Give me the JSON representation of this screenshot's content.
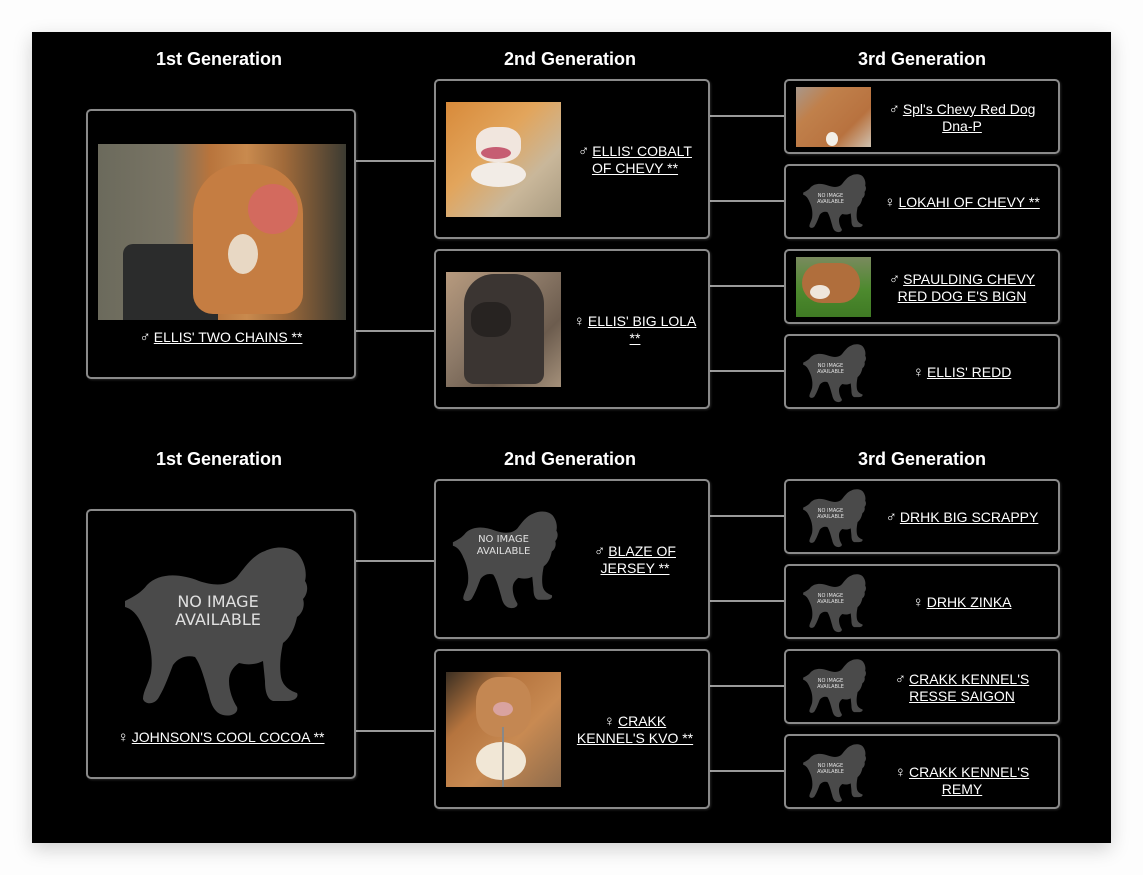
{
  "sections": [
    {
      "headings": {
        "gen1": "1st Generation",
        "gen2": "2nd Generation",
        "gen3": "3rd Generation"
      },
      "gen1": {
        "sex": "♂",
        "name": "ELLIS' TWO CHAINS **",
        "image": "photo-red-dog"
      },
      "gen2": [
        {
          "sex": "♂",
          "name": "ELLIS' COBALT OF CHEVY **",
          "image": "photo-fawn-dog"
        },
        {
          "sex": "♀",
          "name": "ELLIS' BIG LOLA **",
          "image": "photo-brindle-dog"
        }
      ],
      "gen3": [
        {
          "sex": "♂",
          "name": "Spl's Chevy Red Dog Dna-P",
          "image": "photo-red-dog-closeup"
        },
        {
          "sex": "♀",
          "name": "LOKAHI OF CHEVY **",
          "image": "no-image"
        },
        {
          "sex": "♂",
          "name": "SPAULDING CHEVY RED DOG E'S BIGN",
          "image": "photo-red-dog-grass"
        },
        {
          "sex": "♀",
          "name": "ELLIS' REDD",
          "image": "no-image"
        }
      ]
    },
    {
      "headings": {
        "gen1": "1st Generation",
        "gen2": "2nd Generation",
        "gen3": "3rd Generation"
      },
      "gen1": {
        "sex": "♀",
        "name": "JOHNSON'S COOL COCOA **",
        "image": "no-image"
      },
      "gen2": [
        {
          "sex": "♂",
          "name": "BLAZE OF JERSEY **",
          "image": "no-image"
        },
        {
          "sex": "♀",
          "name": "CRAKK KENNEL'S KVO **",
          "image": "photo-chained-dog"
        }
      ],
      "gen3": [
        {
          "sex": "♂",
          "name": "DRHK BIG SCRAPPY",
          "image": "no-image"
        },
        {
          "sex": "♀",
          "name": "DRHK ZINKA",
          "image": "no-image"
        },
        {
          "sex": "♂",
          "name": "CRAKK KENNEL'S RESSE SAIGON",
          "image": "no-image"
        },
        {
          "sex": "♀",
          "name": "CRAKK KENNEL'S REMY",
          "image": "no-image"
        }
      ]
    }
  ],
  "placeholder": {
    "line1": "NO IMAGE",
    "line2": "AVAILABLE"
  },
  "colors": {
    "background": "#000000",
    "border": "#8a8a8a",
    "connector": "#9a9a9a",
    "silhouette": "#4a4a4a",
    "text": "#ffffff"
  }
}
